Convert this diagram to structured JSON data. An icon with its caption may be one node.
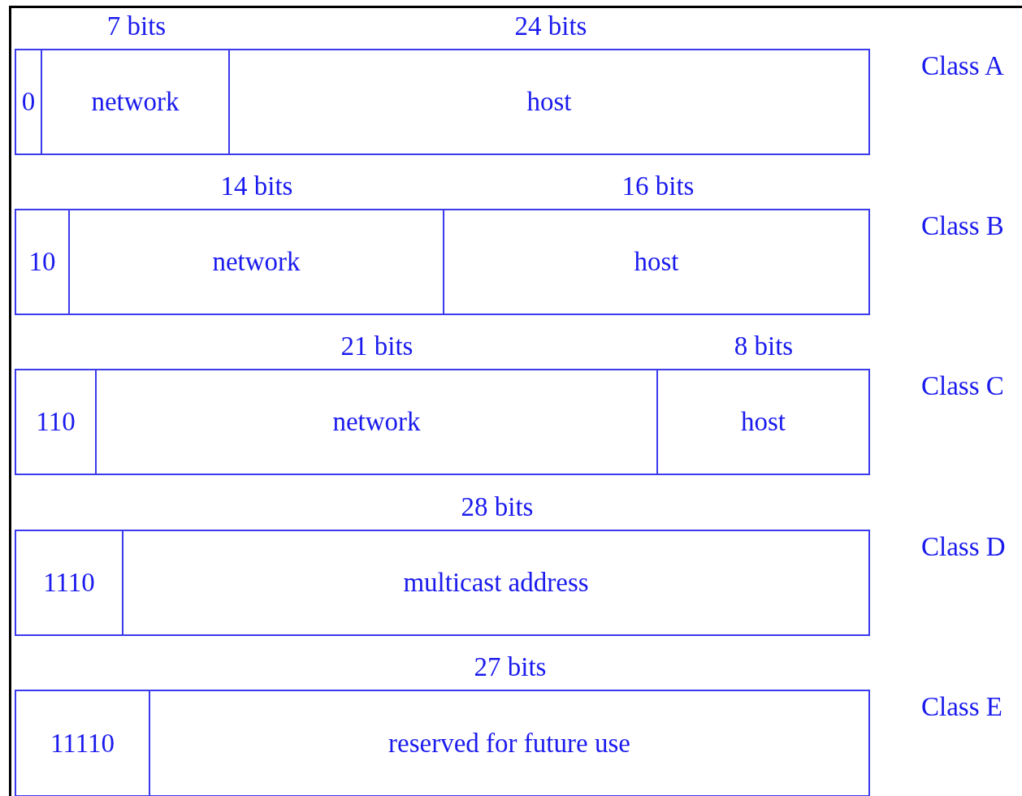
{
  "diagram": {
    "nodes": [
      {
        "text": [
          "0"
        ]
      },
      {
        "text": [
          "network"
        ],
        "beside": [
          "7 bits"
        ]
      },
      {
        "text": [
          "host"
        ],
        "beside": [
          "24 bits"
        ]
      },
      {
        "text": [
          "10"
        ]
      },
      {
        "text": [
          "network"
        ],
        "beside": [
          "14 bits"
        ]
      },
      {
        "text": [
          "host"
        ],
        "beside": [
          "16 bits"
        ]
      },
      {
        "text": [
          "110"
        ]
      },
      {
        "text": [
          "network"
        ],
        "beside": [
          "21 bits"
        ]
      },
      {
        "text": [
          "host"
        ],
        "beside": [
          "8 bits"
        ]
      },
      {
        "text": [
          "1110"
        ]
      },
      {
        "text": [
          "multicast address"
        ],
        "beside": [
          "28 bits"
        ]
      },
      {
        "text": [
          "11110"
        ]
      },
      {
        "text": [
          "reserved for future use"
        ],
        "beside": [
          "27 bits"
        ]
      }
    ],
    "labels": [
      "Class A",
      "Class B",
      "Class C",
      "Class D",
      "Class E"
    ]
  }
}
